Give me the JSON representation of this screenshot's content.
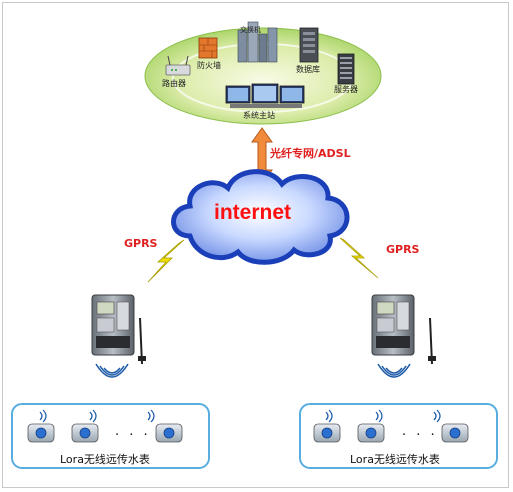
{
  "center": {
    "router": "路由器",
    "firewall": "防火墙",
    "switch": "交换机",
    "database": "数据库",
    "server": "服务器",
    "main_station": "系统主站"
  },
  "link_label": "光纤专网/ADSL",
  "cloud_label": "internet",
  "gprs_left": "GPRS",
  "gprs_right": "GPRS",
  "meters_left": "Lora无线远传水表",
  "meters_right": "Lora无线远传水表",
  "ellipsis": "· · ·",
  "colors": {
    "cloud": "#1a3fb8",
    "arrow": "#f08a3c",
    "lightning": "#e8d400",
    "meter_box_border": "#59aee0",
    "platform": "#b5d870"
  }
}
